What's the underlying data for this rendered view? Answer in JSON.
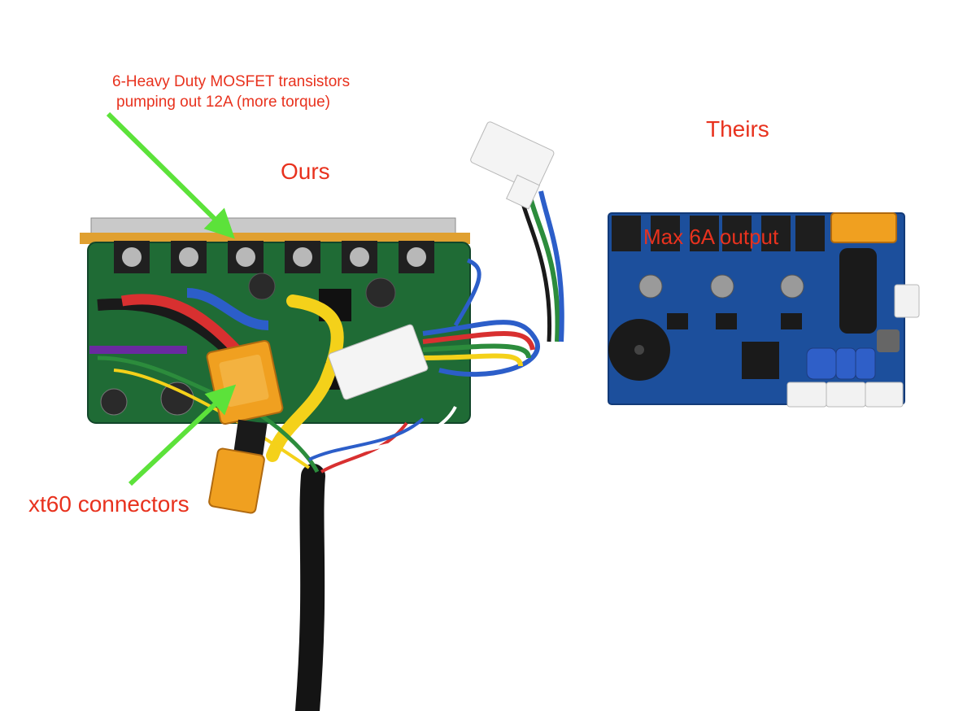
{
  "annotations": {
    "mosfet_line1": "6-Heavy Duty MOSFET transistors",
    "mosfet_line2": "pumping out 12A (more torque)",
    "ours": "Ours",
    "theirs": "Theirs",
    "max_output": "Max 6A output",
    "xt60": "xt60 connectors"
  },
  "colors": {
    "annotation_text": "#e8321e",
    "arrow": "#5ce23a",
    "ours_pcb": "#1f6b35",
    "theirs_pcb": "#1c4f9c",
    "xt60_connector": "#f0a020"
  },
  "components": {
    "left": "motor-controller-ours",
    "right": "motor-controller-theirs"
  }
}
